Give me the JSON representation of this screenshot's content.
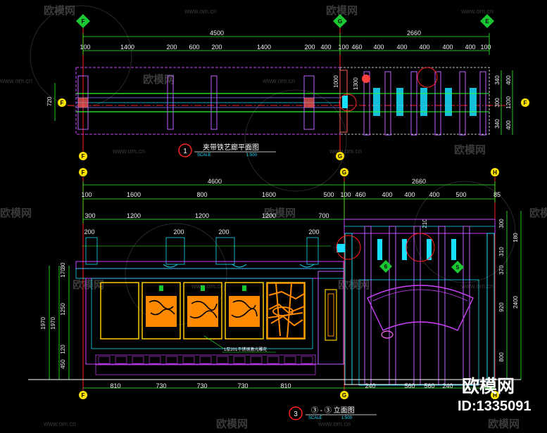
{
  "watermark": {
    "name": "欧模网",
    "url": "www.om.cn"
  },
  "brand": {
    "name": "欧模网",
    "id": "ID:1335091"
  },
  "plan_view": {
    "number": "1",
    "title": "夹带铁艺廊平面图",
    "scale_label": "SCALE",
    "scale": "1:500",
    "grid_labels": [
      "F",
      "G",
      "E"
    ],
    "overall_dims": [
      "4500",
      "2660"
    ],
    "detail_dims": [
      "100",
      "1400",
      "200",
      "600",
      "200",
      "1400",
      "200",
      "400",
      "100",
      "460",
      "400",
      "400",
      "400",
      "400",
      "400",
      "100"
    ],
    "depth_dim": "720",
    "right_dims_inner": [
      "340",
      "300",
      "340"
    ],
    "right_dims_outer": [
      "1200",
      "400",
      "400"
    ],
    "small_labels": [
      "1000",
      "1300"
    ]
  },
  "elevation": {
    "number": "3",
    "title": "③ - ③ 立面图",
    "scale_label": "SCALE",
    "scale": "1:500",
    "grid_labels": [
      "F",
      "G",
      "H"
    ],
    "overall_dims": [
      "4600",
      "2660"
    ],
    "top_dims": [
      "100",
      "1600",
      "800",
      "1600",
      "500",
      "100",
      "460",
      "400",
      "400",
      "400",
      "500",
      "85"
    ],
    "second_dims": [
      "300",
      "1200",
      "1200",
      "1200",
      "700"
    ],
    "post_dims": [
      "200",
      "200",
      "200",
      "200",
      "210"
    ],
    "left_dims_a": [
      "30",
      "170",
      "1250",
      "120",
      "450"
    ],
    "left_dims_b": [
      "1970",
      "1970"
    ],
    "right_dims": [
      "300",
      "180",
      "310",
      "370",
      "920",
      "800",
      "2400"
    ],
    "bottom_dims": [
      "810",
      "730",
      "730",
      "730",
      "810",
      "240",
      "560",
      "560",
      "240"
    ],
    "panel_note": "1厚201不锈钢激光雕花",
    "section_marks": [
      "6",
      "5"
    ]
  }
}
